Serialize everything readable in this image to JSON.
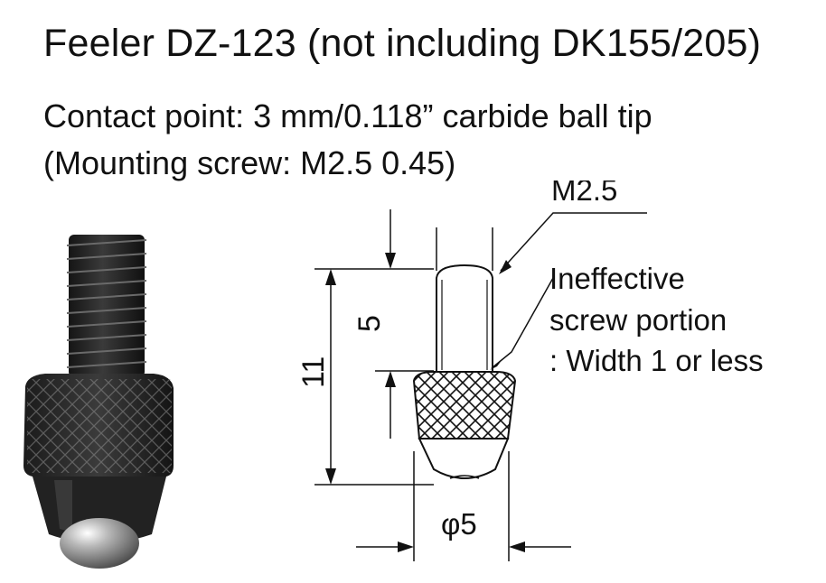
{
  "header": {
    "title": "Feeler DZ-123 (not including DK155/205)",
    "contact_point": "Contact point: 3 mm/0.118” carbide ball tip",
    "mounting_screw": "(Mounting screw: M2.5  0.45)"
  },
  "drawing": {
    "thread_label": "M2.5",
    "ineffective_label": [
      "Ineffective",
      "screw portion",
      ": Width 1 or less"
    ],
    "dim_screw_length": "5",
    "dim_total_length": "11",
    "dim_diameter": "φ5"
  }
}
